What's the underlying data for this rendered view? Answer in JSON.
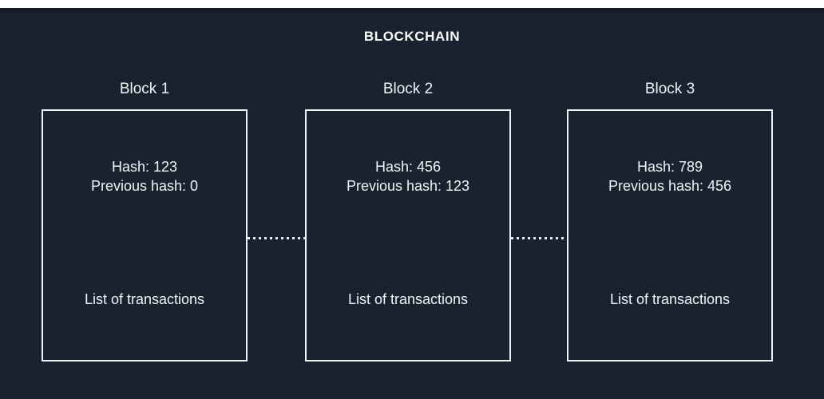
{
  "title": "BLOCKCHAIN",
  "colors": {
    "background": "#19232f",
    "top_strip": "#ffffff",
    "top_bar": "#151722",
    "box_border": "#f1f4f6",
    "text": "#eff3f5",
    "title_text": "#fafbfc",
    "connector_dots": "#e9edf0"
  },
  "blocks": [
    {
      "label": "Block 1",
      "hash": "Hash: 123",
      "previous_hash": "Previous hash: 0",
      "transactions": "List of transactions"
    },
    {
      "label": "Block 2",
      "hash": "Hash: 456",
      "previous_hash": "Previous hash: 123",
      "transactions": "List of transactions"
    },
    {
      "label": "Block 3",
      "hash": "Hash: 789",
      "previous_hash": "Previous hash: 456",
      "transactions": "List of transactions"
    }
  ],
  "connectors": [
    {
      "from": "Block 1",
      "to": "Block 2"
    },
    {
      "from": "Block 2",
      "to": "Block 3"
    }
  ]
}
